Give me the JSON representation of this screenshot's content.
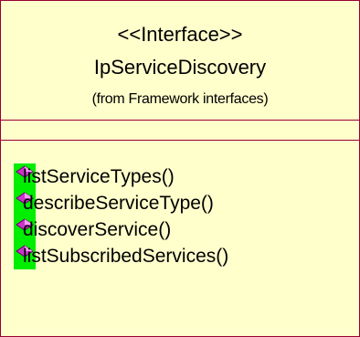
{
  "class": {
    "stereotype": "<<Interface>>",
    "name": "IpServiceDiscovery",
    "package": "(from Framework interfaces)",
    "operations": [
      {
        "label": "listServiceTypes()",
        "icon": "public-operation-icon"
      },
      {
        "label": "describeServiceType()",
        "icon": "public-operation-icon"
      },
      {
        "label": "discoverService()",
        "icon": "public-operation-icon"
      },
      {
        "label": "listSubscribedServices()",
        "icon": "public-operation-icon"
      }
    ]
  },
  "colors": {
    "fill": "#ffffcc",
    "border": "#990033",
    "icon_bg": "#00ee00",
    "icon_diamond": "#cc33cc"
  }
}
